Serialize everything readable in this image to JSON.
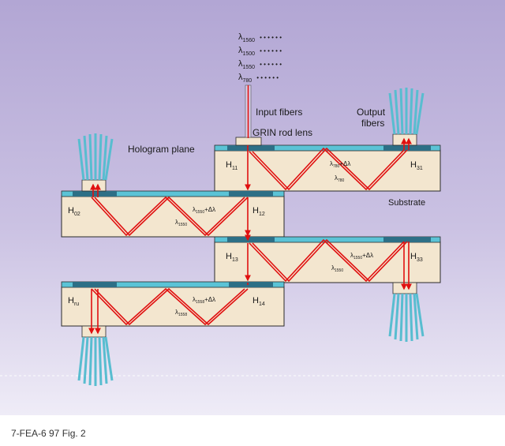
{
  "labels": {
    "input_fibers": "Input fibers",
    "grin_lens": "GRIN rod lens",
    "output_fibers_line1": "Output",
    "output_fibers_line2": "fibers",
    "hologram_plane": "Hologram plane",
    "substrate": "Substrate"
  },
  "wavelengths": [
    {
      "base": "λ",
      "sub": "1560"
    },
    {
      "base": "λ",
      "sub": "1500"
    },
    {
      "base": "λ",
      "sub": "1550"
    },
    {
      "base": "λ",
      "sub": "780"
    }
  ],
  "wavelength_dots": "• • • • • •",
  "holograms": [
    {
      "base": "H",
      "sub": "11"
    },
    {
      "base": "H",
      "sub": "31"
    },
    {
      "base": "H",
      "sub": "02"
    },
    {
      "base": "H",
      "sub": "12"
    },
    {
      "base": "H",
      "sub": "13"
    },
    {
      "base": "H",
      "sub": "33"
    },
    {
      "base": "H",
      "sub": "ru"
    },
    {
      "base": "H",
      "sub": "14"
    }
  ],
  "beam_labels": [
    {
      "base": "λ",
      "sub": "780",
      "suffix": "+Δλ"
    },
    {
      "base": "λ",
      "sub": "780",
      "suffix": ""
    },
    {
      "base": "λ",
      "sub": "1550",
      "suffix": "+Δλ"
    },
    {
      "base": "λ",
      "sub": "1550",
      "suffix": ""
    },
    {
      "base": "λ",
      "sub": "1550",
      "suffix": "+Δλ"
    },
    {
      "base": "λ",
      "sub": "1550",
      "suffix": ""
    },
    {
      "base": "λ",
      "sub": "1558",
      "suffix": "+Δλ"
    },
    {
      "base": "λ",
      "sub": "1558",
      "suffix": ""
    }
  ],
  "caption": "7-FEA-6 97 Fig. 2",
  "colors": {
    "background_top": "#b5a9d6",
    "background_bottom": "#f1eef8",
    "slab": "#f3e6cf",
    "hologram_strip": "#5bc3d6",
    "hologram_pad": "#2d6f86",
    "beam": "#e01010",
    "fiber": "#58bdd0"
  }
}
